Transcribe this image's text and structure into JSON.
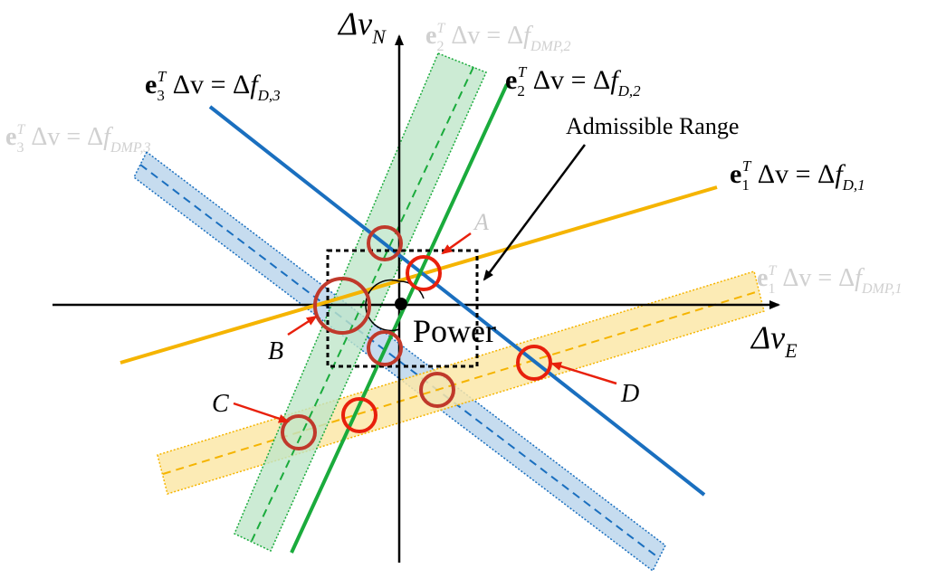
{
  "axes": {
    "x_label_main": "Δv",
    "x_label_sub": "E",
    "y_label_main": "Δv",
    "y_label_sub": "N"
  },
  "equations": {
    "d1": {
      "lhs_bold": "e",
      "sub_index": "1",
      "sup": "T",
      "mid": " Δv = Δ",
      "f": "f",
      "rhs_sub": "D,1"
    },
    "d2": {
      "lhs_bold": "e",
      "sub_index": "2",
      "sup": "T",
      "mid": " Δv = Δ",
      "f": "f",
      "rhs_sub": "D,2"
    },
    "d3": {
      "lhs_bold": "e",
      "sub_index": "3",
      "sup": "T",
      "mid": " Δv = Δ",
      "f": "f",
      "rhs_sub": "D,3"
    },
    "dmp1": {
      "lhs_bold": "e",
      "sub_index": "1",
      "sup": "T",
      "mid": " Δv = Δ",
      "f": "f",
      "rhs_sub": "DMP,1"
    },
    "dmp2": {
      "lhs_bold": "e",
      "sub_index": "2",
      "sup": "T",
      "mid": " Δv = Δ",
      "f": "f",
      "rhs_sub": "DMP,2"
    },
    "dmp3": {
      "lhs_bold": "e",
      "sub_index": "3",
      "sup": "T",
      "mid": " Δv = Δ",
      "f": "f",
      "rhs_sub": "DMP,3"
    }
  },
  "labels": {
    "admissible_range": "Admissible Range",
    "power": "Power",
    "point_a": "A",
    "point_b": "B",
    "point_c": "C",
    "point_d": "D"
  },
  "colors": {
    "axis": "#000000",
    "line1": "#f5b400",
    "line2": "#1aab3c",
    "line3": "#1a6fbf",
    "band1_fill": "#fbe7a8",
    "band2_fill": "#bfe6c9",
    "band3_fill": "#bcd6ec",
    "circle": "#e8200c",
    "circle_dark": "#c0392b",
    "arrow": "#e8200c",
    "faded_text": "#d0d0d0"
  }
}
